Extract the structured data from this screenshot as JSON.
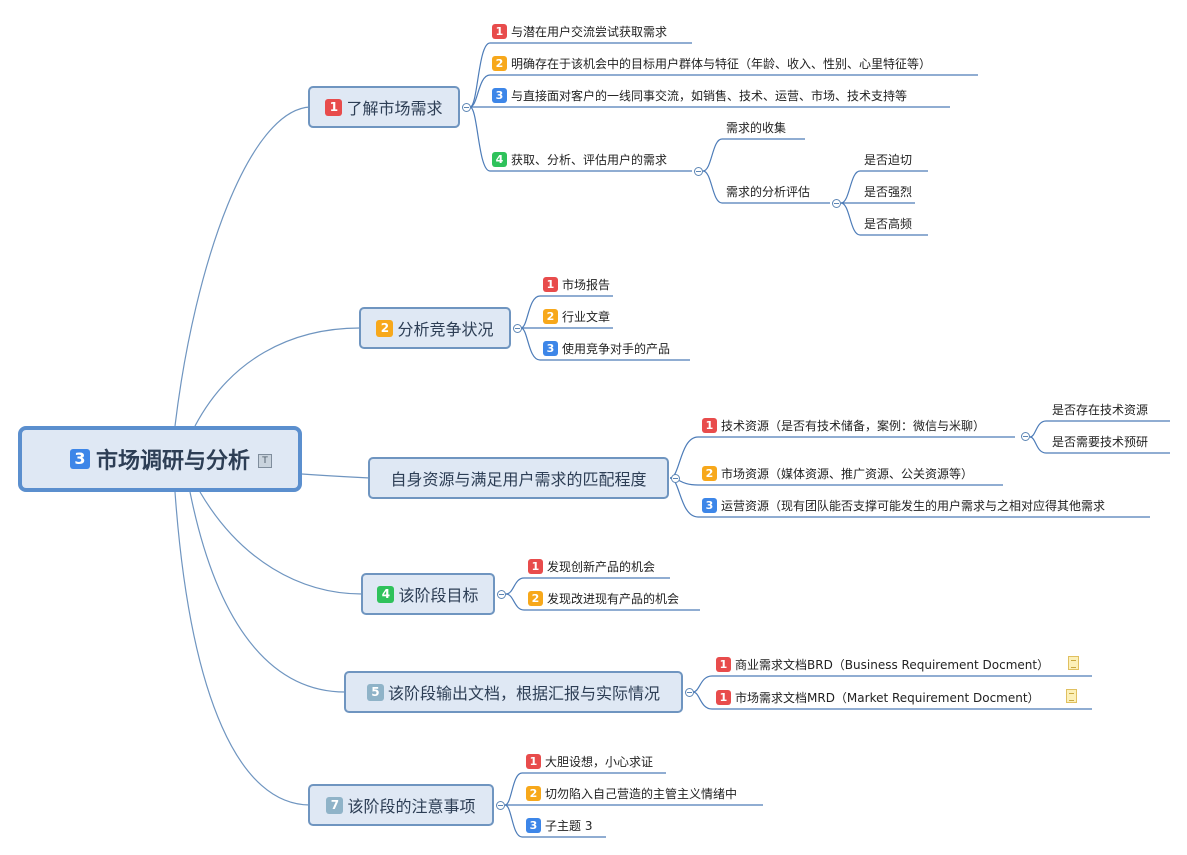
{
  "central": {
    "num": "3",
    "title": "市场调研与分析",
    "badge": "T"
  },
  "branches": [
    {
      "num": "1",
      "label": "了解市场需求",
      "children": [
        {
          "num": "1",
          "label": "与潜在用户交流尝试获取需求"
        },
        {
          "num": "2",
          "label": "明确存在于该机会中的目标用户群体与特征（年龄、收入、性别、心里特征等）"
        },
        {
          "num": "3",
          "label": "与直接面对客户的一线同事交流，如销售、技术、运营、市场、技术支持等"
        },
        {
          "num": "4",
          "label": "获取、分析、评估用户的需求",
          "children": [
            {
              "label": "需求的收集"
            },
            {
              "label": "需求的分析评估",
              "children": [
                {
                  "label": "是否迫切"
                },
                {
                  "label": "是否强烈"
                },
                {
                  "label": "是否高频"
                }
              ]
            }
          ]
        }
      ]
    },
    {
      "num": "2",
      "label": "分析竞争状况",
      "children": [
        {
          "num": "1",
          "label": "市场报告"
        },
        {
          "num": "2",
          "label": "行业文章"
        },
        {
          "num": "3",
          "label": "使用竞争对手的产品"
        }
      ]
    },
    {
      "label": "自身资源与满足用户需求的匹配程度",
      "children": [
        {
          "num": "1",
          "label": "技术资源（是否有技术储备，案例：微信与米聊）",
          "children": [
            {
              "label": "是否存在技术资源"
            },
            {
              "label": "是否需要技术预研"
            }
          ]
        },
        {
          "num": "2",
          "label": "市场资源（媒体资源、推广资源、公关资源等）"
        },
        {
          "num": "3",
          "label": "运营资源（现有团队能否支撑可能发生的用户需求与之相对应得其他需求"
        }
      ]
    },
    {
      "num": "4",
      "label": "该阶段目标",
      "children": [
        {
          "num": "1",
          "label": "发现创新产品的机会"
        },
        {
          "num": "2",
          "label": "发现改进现有产品的机会"
        }
      ]
    },
    {
      "num": "5",
      "label": "该阶段输出文档，根据汇报与实际情况",
      "children": [
        {
          "num": "1",
          "label": "商业需求文档BRD（Business Requirement Docment）"
        },
        {
          "num": "1",
          "label": "市场需求文档MRD（Market Requirement Docment）"
        }
      ]
    },
    {
      "num": "7",
      "label": "该阶段的注意事项",
      "children": [
        {
          "num": "1",
          "label": "大胆设想，小心求证"
        },
        {
          "num": "2",
          "label": "切勿陷入自己营造的主管主义情绪中"
        },
        {
          "num": "3",
          "label": "子主题 3"
        }
      ]
    }
  ],
  "colors": {
    "line": "#5b8fce",
    "underline": "#4d7cb8",
    "node_fill": "#dfe8f4"
  }
}
